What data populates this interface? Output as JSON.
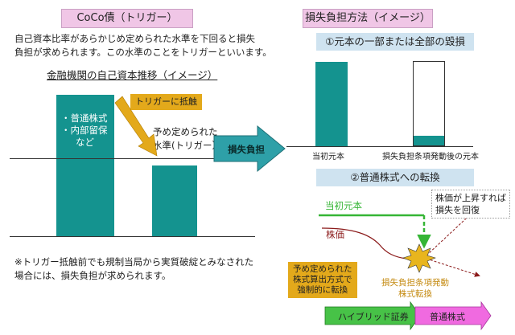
{
  "left_panel": {
    "title": "CoCo債（トリガー）",
    "intro_line1": "自己資本比率があらかじめ定められた水準を下回ると損失",
    "intro_line2": "負担が求められます。この水準のことをトリガーといいます。",
    "chart_title": "金融機関の自己資本推移（イメージ）",
    "bar_lines": [
      "・普通株式",
      "・内部留保",
      "など"
    ],
    "trigger_label": "トリガーに抵触",
    "threshold_line1": "予め定められた",
    "threshold_line2": "水準(トリガー）",
    "arrow_label": "損失負担",
    "note_line1": "※トリガー抵触前でも規制当局から実質破綻とみなされた",
    "note_line2": "場合には、損失負担が求められます。"
  },
  "right_panel": {
    "title": "損失負担方法（イメージ）",
    "method1_title": "①元本の一部または全部の毀損",
    "bar1_label": "当初元本",
    "bar2_label": "損失負担条項発動後の元本",
    "method2_title": "②普通株式への転換",
    "principal_label": "当初元本",
    "stock_price_label": "株価",
    "recover_line1": "株価が上昇すれば",
    "recover_line2": "損失を回復",
    "conversion_box_lines": [
      "予め定められた",
      "株式算出方式で",
      "強制的に転換"
    ],
    "trigger_line1": "損失負担条項発動",
    "trigger_line2": "株式転換",
    "hybrid_label": "ハイブリッド証券",
    "common_stock_label": "普通株式"
  },
  "colors": {
    "teal": "#14938f",
    "gold": "#e3a91b",
    "pink": "#f0c6e6",
    "light_blue": "#cfe3f0",
    "green": "#35b535",
    "dark_red": "#8b1a1a",
    "pink_arrow": "#f06ae0"
  }
}
